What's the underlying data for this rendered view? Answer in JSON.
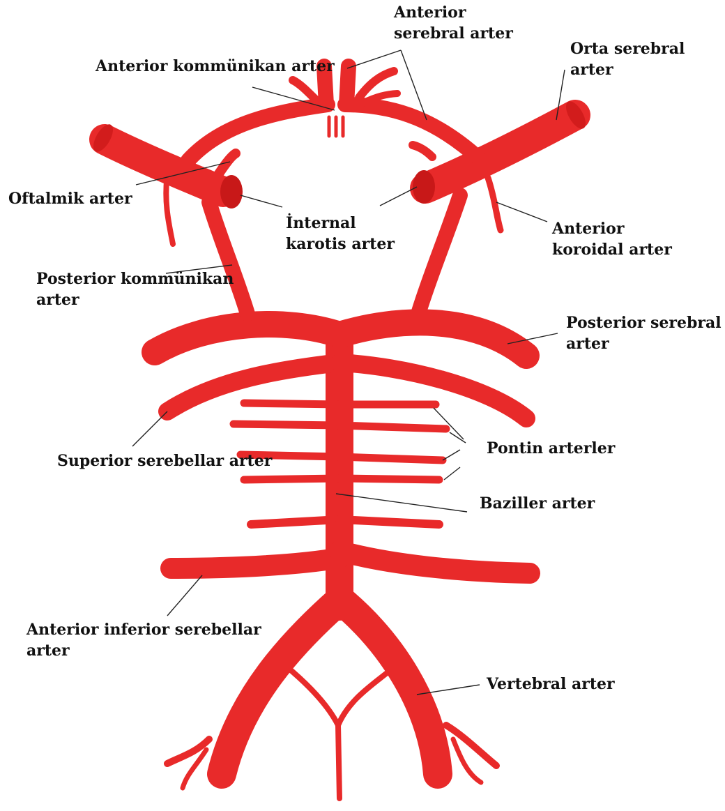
{
  "colors": {
    "artery": "#e82a2a",
    "artery_dark": "#c81818",
    "artery_shade": "#f04848",
    "leader": "#222222",
    "text": "#111111",
    "background": "#ffffff"
  },
  "labels": {
    "anterior_serebral_l1": "Anterior",
    "anterior_serebral_l2": "serebral arter",
    "anterior_kommunikan": "Anterior kommünikan arter",
    "orta_serebral_l1": "Orta serebral",
    "orta_serebral_l2": "arter",
    "oftalmik": "Oftalmik arter",
    "internal_karotis_l1": "İnternal",
    "internal_karotis_l2": "karotis arter",
    "anterior_koroidal_l1": "Anterior",
    "anterior_koroidal_l2": "koroidal arter",
    "posterior_kommunikan_l1": "Posterior kommünikan",
    "posterior_kommunikan_l2": "arter",
    "posterior_serebral_l1": "Posterior serebral",
    "posterior_serebral_l2": "arter",
    "pontin": "Pontin arterler",
    "superior_serebellar": "Superior serebellar arter",
    "baziller": "Baziller arter",
    "aica_l1": "Anterior inferior serebellar",
    "aica_l2": "arter",
    "vertebral": "Vertebral arter"
  }
}
